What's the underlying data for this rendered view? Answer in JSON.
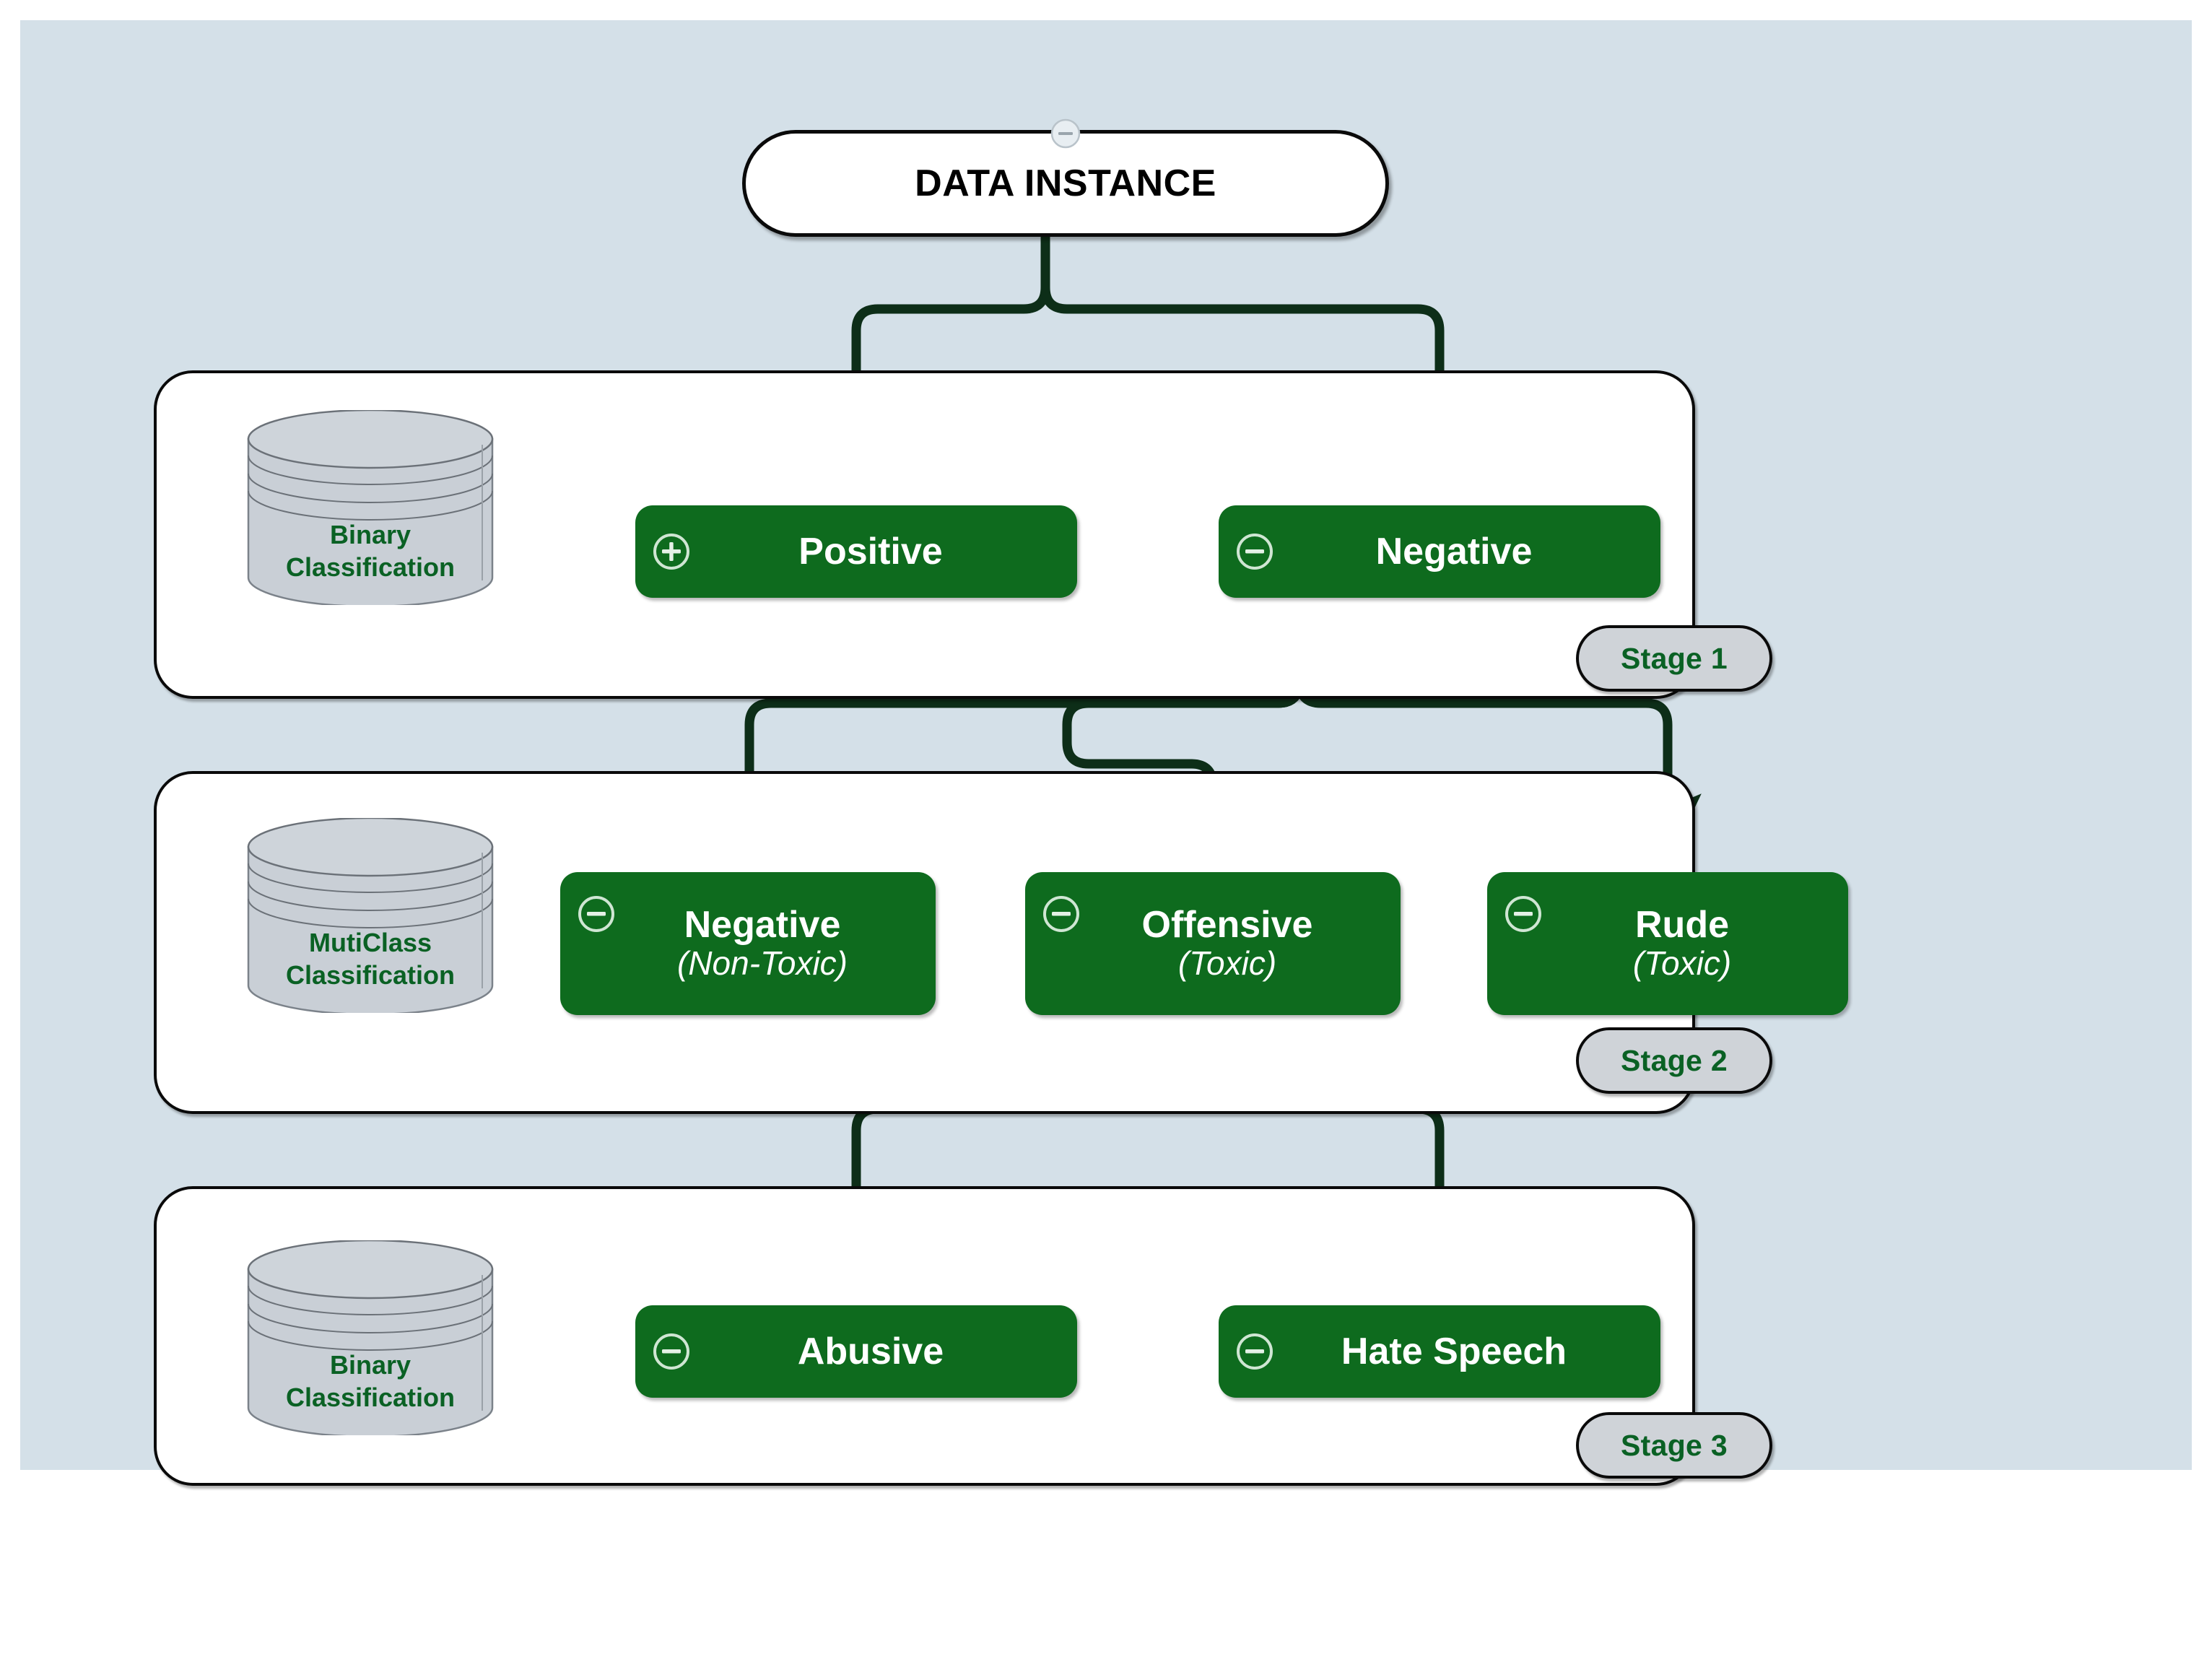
{
  "canvas": {
    "background": "#d4e0e8",
    "node_green": "#0e6b1e",
    "wire_green": "#0d2e18",
    "label_green": "#0a6124",
    "cylinder_gray": "#c9cfd6",
    "badge_gray": "#cfd3d8"
  },
  "root": {
    "label": "DATA INSTANCE",
    "icon": "circle-minus-icon"
  },
  "stages": [
    {
      "id": "stage1",
      "badge": "Stage 1",
      "classifier": {
        "line1": "Binary",
        "line2": "Classification",
        "icon": "database-cylinder-icon"
      },
      "nodes": [
        {
          "id": "positive",
          "title": "Positive",
          "sub": "",
          "icon": "circle-plus-icon"
        },
        {
          "id": "negative",
          "title": "Negative",
          "sub": "",
          "icon": "circle-minus-icon"
        }
      ]
    },
    {
      "id": "stage2",
      "badge": "Stage 2",
      "classifier": {
        "line1": "MutiClass",
        "line2": "Classification",
        "icon": "database-cylinder-icon"
      },
      "nodes": [
        {
          "id": "neg-nontoxic",
          "title": "Negative",
          "sub": "(Non-Toxic)",
          "icon": "circle-minus-icon"
        },
        {
          "id": "offensive",
          "title": "Offensive",
          "sub": "(Toxic)",
          "icon": "circle-minus-icon"
        },
        {
          "id": "rude",
          "title": "Rude",
          "sub": "(Toxic)",
          "icon": "circle-minus-icon"
        }
      ]
    },
    {
      "id": "stage3",
      "badge": "Stage 3",
      "classifier": {
        "line1": "Binary",
        "line2": "Classification",
        "icon": "database-cylinder-icon"
      },
      "nodes": [
        {
          "id": "abusive",
          "title": "Abusive",
          "sub": "",
          "icon": "circle-minus-icon"
        },
        {
          "id": "hate-speech",
          "title": "Hate Speech",
          "sub": "",
          "icon": "circle-minus-icon"
        }
      ]
    }
  ],
  "edges": [
    {
      "from": "DATA INSTANCE",
      "to": "Positive"
    },
    {
      "from": "DATA INSTANCE",
      "to": "Negative"
    },
    {
      "from": "Negative",
      "to": "Negative (Non-Toxic)"
    },
    {
      "from": "Negative",
      "to": "Offensive (Toxic)"
    },
    {
      "from": "Negative",
      "to": "Rude (Toxic)"
    },
    {
      "from": "Offensive (Toxic)",
      "to": "Abusive"
    },
    {
      "from": "Offensive (Toxic)",
      "to": "Hate Speech"
    }
  ]
}
